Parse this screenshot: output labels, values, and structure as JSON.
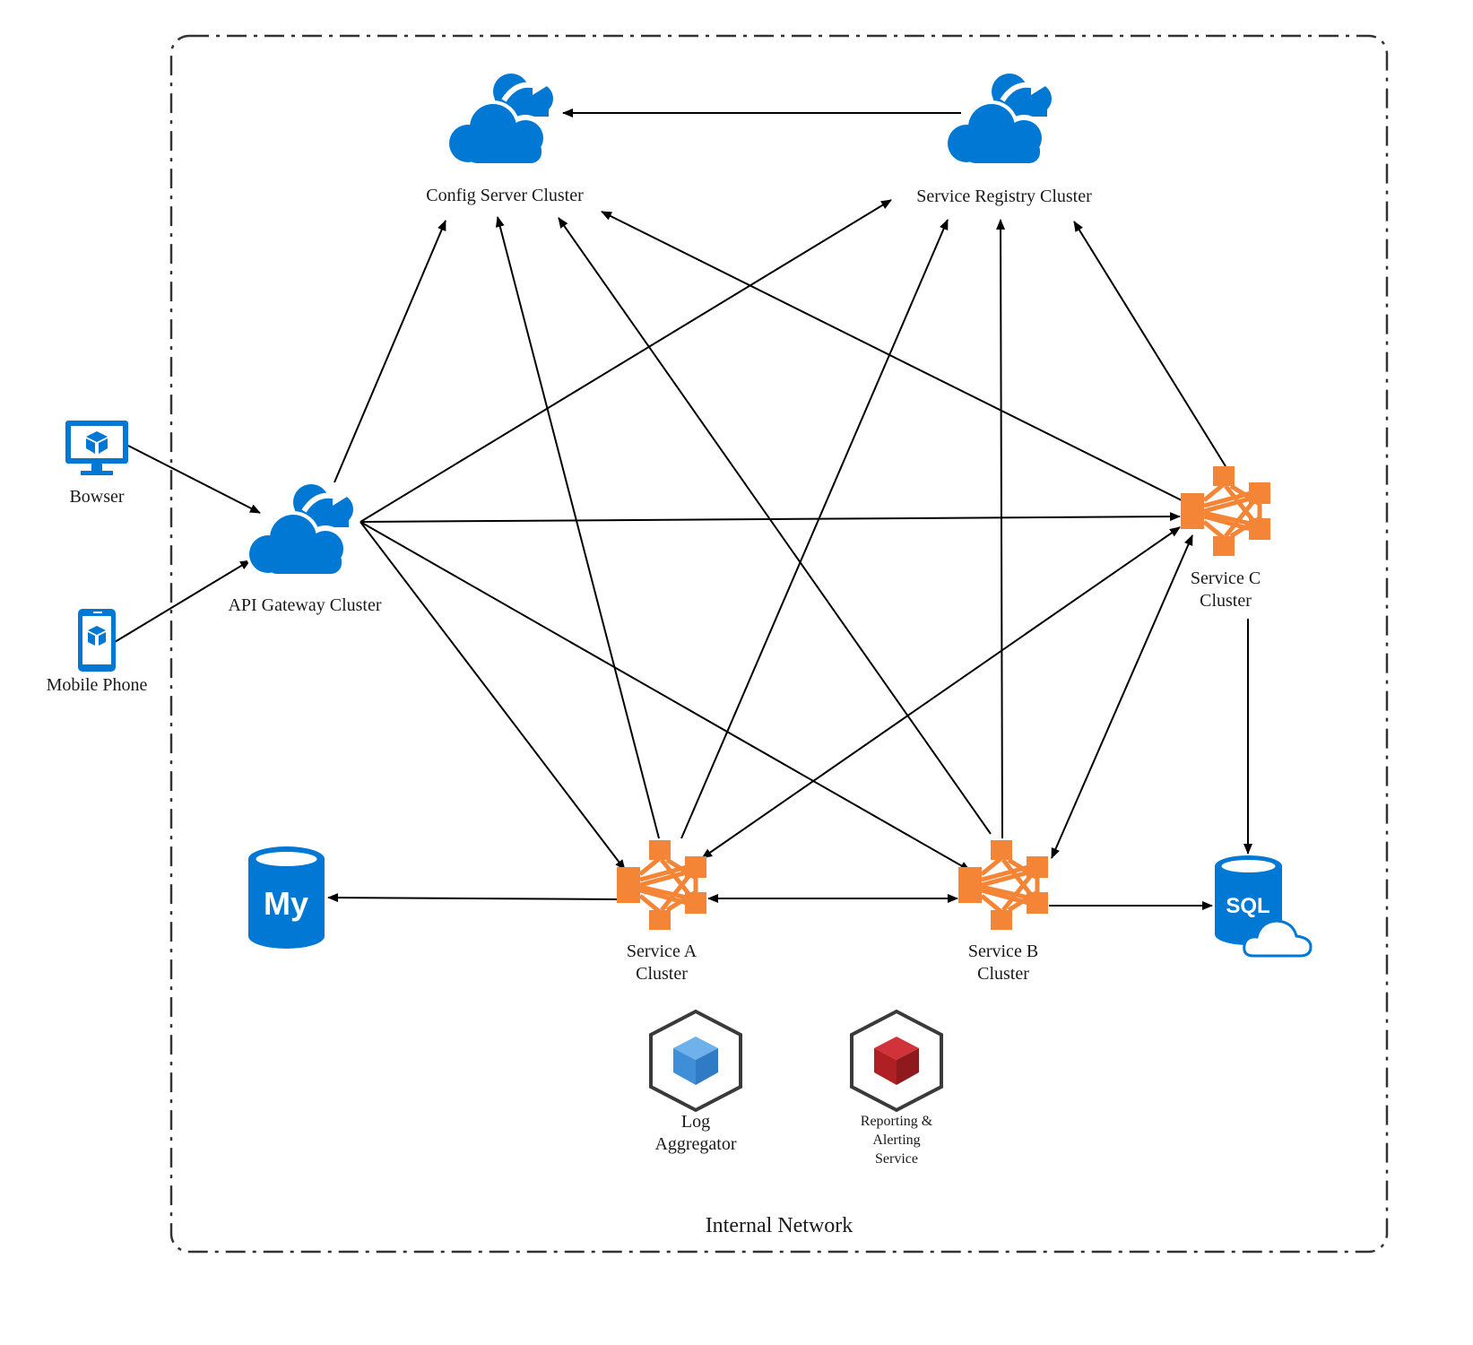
{
  "network": {
    "label": "Internal Network"
  },
  "nodes": {
    "config_server": {
      "label": "Config Server Cluster",
      "icon": "cloud-sync-icon"
    },
    "service_registry": {
      "label": "Service Registry Cluster",
      "icon": "cloud-sync-icon"
    },
    "api_gateway": {
      "label": "API Gateway Cluster",
      "icon": "cloud-sync-icon"
    },
    "browser": {
      "label": "Bowser",
      "icon": "monitor-icon"
    },
    "mobile": {
      "label": "Mobile Phone",
      "icon": "phone-icon"
    },
    "service_a": {
      "label_line1": "Service A",
      "label_line2": "Cluster",
      "icon": "service-hub-icon"
    },
    "service_b": {
      "label_line1": "Service B",
      "label_line2": "Cluster",
      "icon": "service-hub-icon"
    },
    "service_c": {
      "label_line1": "Service C",
      "label_line2": "Cluster",
      "icon": "service-hub-icon"
    },
    "mysql": {
      "icon": "mysql-database-icon",
      "text": "My"
    },
    "sql_cloud": {
      "icon": "sql-cloud-database-icon",
      "text": "SQL"
    },
    "log_aggregator": {
      "label_line1": "Log",
      "label_line2": "Aggregator",
      "icon": "blue-cube-icon"
    },
    "reporting": {
      "label_line1": "Reporting &",
      "label_line2": "Alerting",
      "label_line3": "Service",
      "icon": "red-cube-icon"
    }
  },
  "colors": {
    "azure_blue": "#0078d4",
    "aws_orange": "#f58536",
    "cube_blue": "#3f8fd8",
    "cube_red": "#b01f24",
    "edge": "#000000",
    "boundary": "#333333"
  }
}
